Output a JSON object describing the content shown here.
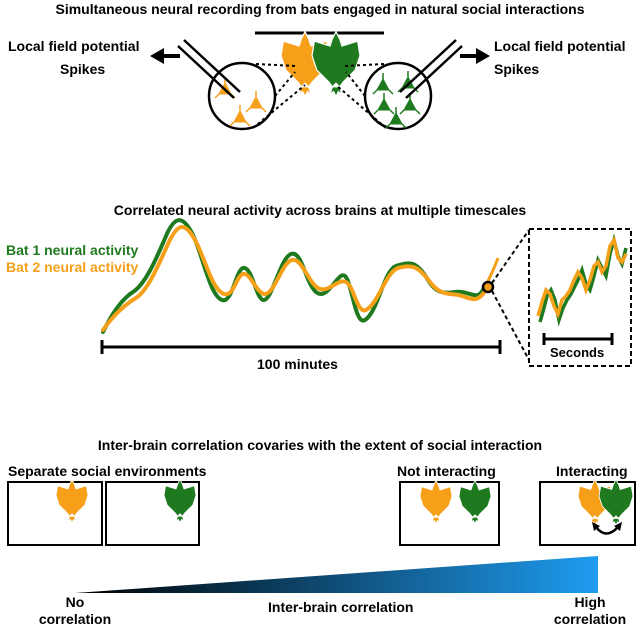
{
  "panel1": {
    "title": "Simultaneous neural recording from bats engaged in natural social interactions",
    "left_lfp": "Local field potential",
    "left_spikes": "Spikes",
    "right_lfp": "Local field potential",
    "right_spikes": "Spikes"
  },
  "panel2": {
    "title": "Correlated neural activity across brains at multiple timescales",
    "legend_bat1": "Bat 1 neural activity",
    "legend_bat2": "Bat 2 neural activity",
    "scale_label": "100 minutes",
    "inset_label": "Seconds"
  },
  "panel3": {
    "title": "Inter-brain correlation covaries with the extent of social interaction",
    "separate_label": "Separate social environments",
    "not_interacting_label": "Not interacting",
    "interacting_label": "Interacting",
    "gradient_label": "Inter-brain correlation",
    "low_label_line1": "No",
    "low_label_line2": "correlation",
    "high_label_line1": "High",
    "high_label_line2": "correlation"
  },
  "colors": {
    "bat1": "#1f7a1f",
    "bat2": "#f5a018",
    "gradient_start": "#000000",
    "gradient_end": "#1e9cf0"
  }
}
